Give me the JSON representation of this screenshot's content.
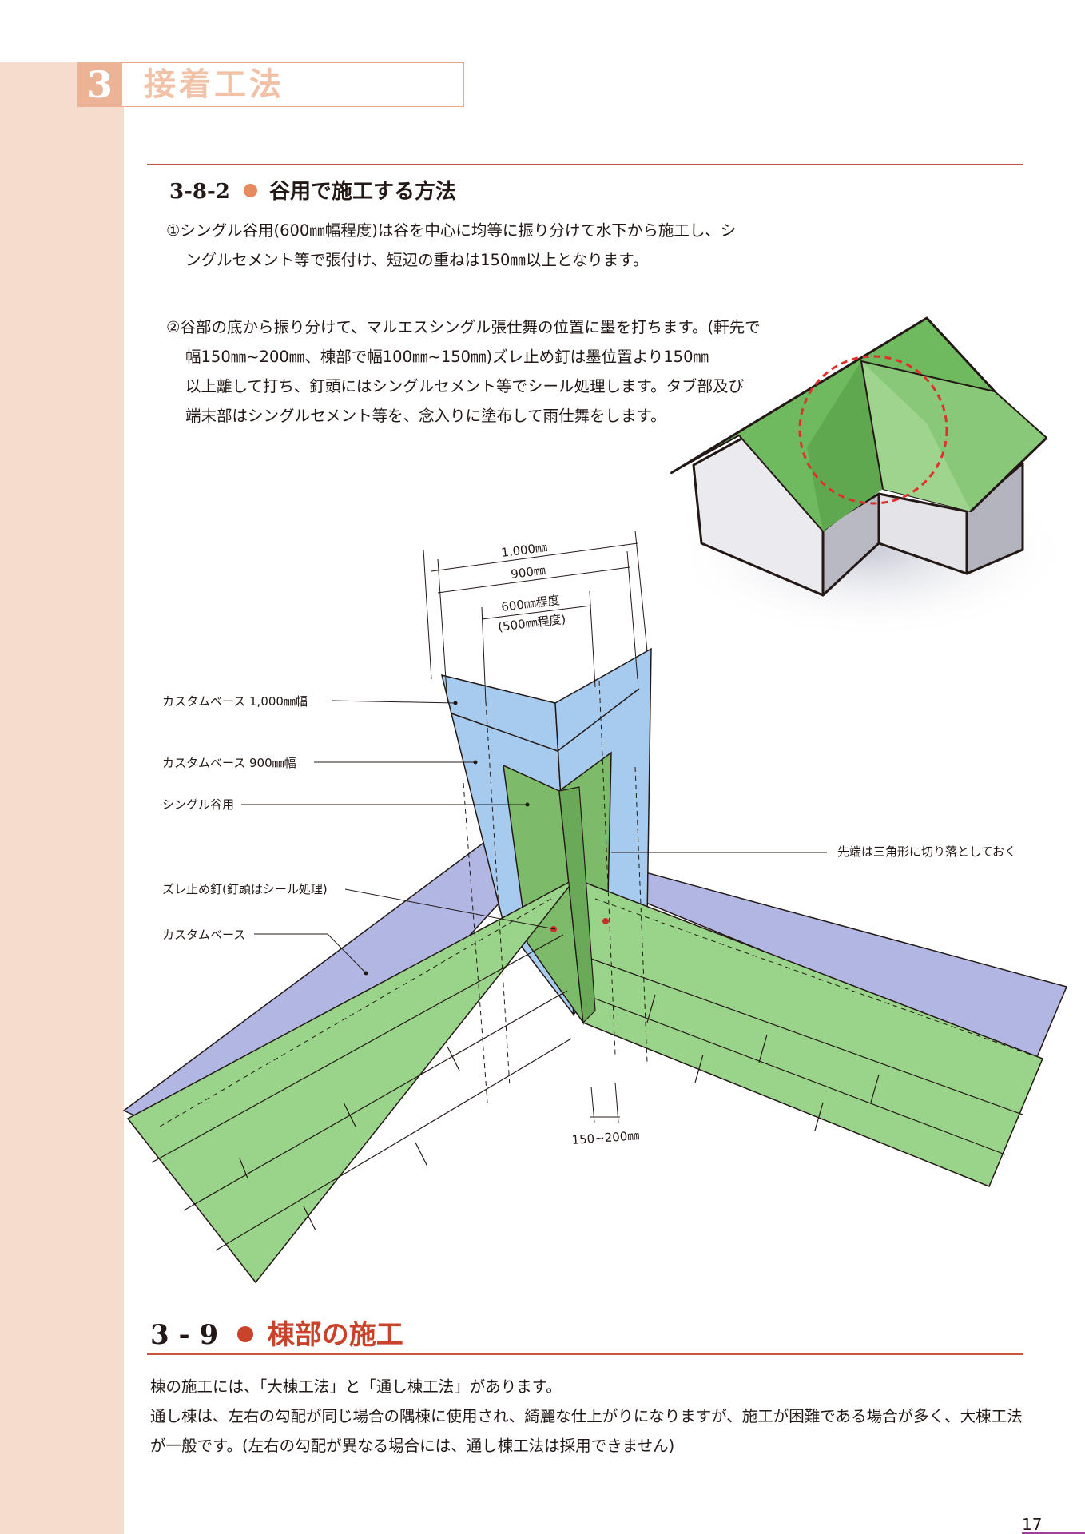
{
  "chapter": {
    "number": "3",
    "title": "接着工法"
  },
  "section_382": {
    "number": "3-8-2",
    "title": "谷用で施工する方法",
    "para1": [
      "①シングル谷用(600㎜幅程度)は谷を中心に均等に振り分けて水下から施工し、シ",
      "ングルセメント等で張付け、短辺の重ねは150㎜以上となります。"
    ],
    "para2": [
      "②谷部の底から振り分けて、マルエスシングル張仕舞の位置に墨を打ちます。(軒先で",
      "幅150㎜~200㎜、棟部で幅100㎜~150㎜)ズレ止め釘は墨位置より150㎜",
      "以上離して打ち、釘頭にはシングルセメント等でシール処理します。タブ部及び",
      "端末部はシングルセメント等を、念入りに塗布して雨仕舞をします。"
    ]
  },
  "diagram": {
    "dim_top": "1,000㎜",
    "dim_900": "900㎜",
    "dim_600": "600㎜程度",
    "dim_500": "(500㎜程度)",
    "dim_bottom": "150~200㎜",
    "label_base1000": "カスタムベース 1,000㎜幅",
    "label_base900": "カスタムベース 900㎜幅",
    "label_valley": "シングル谷用",
    "label_nail": "ズレ止め釘(釘頭はシール処理)",
    "label_base": "カスタムベース",
    "label_tip": "先端は三角形に切り落としておく"
  },
  "section_39": {
    "number": "3 - 9",
    "title": "棟部の施工",
    "body": [
      "棟の施工には、「大棟工法」と「通し棟工法」があります。",
      "通し棟は、左右の勾配が同じ場合の隅棟に使用され、綺麗な仕上がりになりますが、施工が困難である場合が多く、大棟工法",
      "が一般です。(左右の勾配が異なる場合には、通し棟工法は採用できません)"
    ]
  },
  "page_number": "17",
  "colors": {
    "accent": "#c8543a",
    "dot": "#e58b5f",
    "band": "#f5dccd",
    "shingle_green": "#9ad38a",
    "valley_green": "#7dbb6a",
    "underlay_blue": "#a7cbee",
    "underlay_purple": "#b1b6e2",
    "roof_green": "#6cb65b"
  }
}
